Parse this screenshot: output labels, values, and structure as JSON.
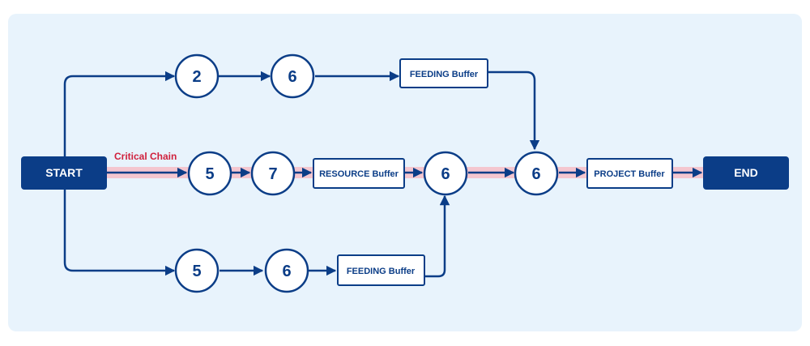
{
  "diagram": {
    "title": "",
    "colors": {
      "background_panel": "#e8f3fc",
      "primary": "#0b3d87",
      "critical_highlight": "#f4c6cf",
      "critical_label": "#d0213d",
      "node_fill": "#ffffff"
    },
    "critical_chain_label": "Critical Chain",
    "start": {
      "label": "START"
    },
    "end": {
      "label": "END"
    },
    "top_path": {
      "task_1": "2",
      "task_2": "6",
      "buffer": "FEEDING Buffer"
    },
    "critical_path": {
      "task_1": "5",
      "task_2": "7",
      "resource_buffer": "RESOURCE Buffer",
      "task_3": "6",
      "task_4": "6",
      "project_buffer": "PROJECT Buffer"
    },
    "bottom_path": {
      "task_1": "5",
      "task_2": "6",
      "buffer": "FEEDING Buffer"
    }
  }
}
